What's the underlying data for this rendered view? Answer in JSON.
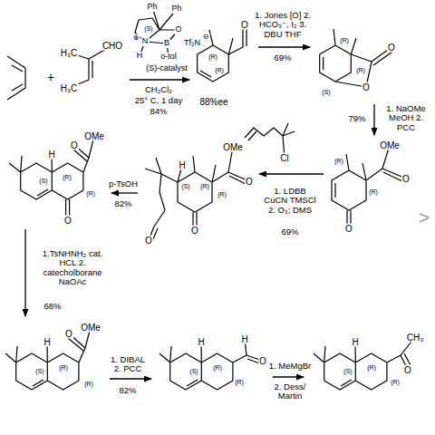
{
  "diagram": {
    "nodes": [
      {
        "text": [
          "H₃C",
          "CHO",
          "H₃C"
        ]
      },
      {
        "text": [
          "Ph",
          "Ph",
          "(S)",
          "O",
          "N",
          "⊕",
          "B",
          "Tf₂N",
          "⊖",
          "H",
          "o-tol",
          "(S)-catalyst"
        ]
      },
      {
        "text": [
          "O",
          "(R)",
          "(R)",
          "88%ee"
        ]
      },
      {
        "text": [
          "O",
          "O",
          "(R)",
          "(R)",
          "(S)"
        ]
      },
      {
        "text": [
          "OMe",
          "O",
          "O",
          "(R)",
          "(R)"
        ]
      },
      {
        "text": [
          "Cl"
        ]
      },
      {
        "text": [
          "H",
          "OMe",
          "O",
          "O",
          "O",
          "(S)",
          "(R)",
          "(R)"
        ]
      },
      {
        "text": [
          "H",
          "OMe",
          "O",
          "O",
          "(S)",
          "(R)",
          "(R)"
        ]
      },
      {
        "text": [
          "H",
          "OMe",
          "O",
          "(S)",
          "(R)",
          "(R)"
        ]
      },
      {
        "text": [
          "H",
          "O",
          "H",
          "(S)",
          "(R)",
          "(R)"
        ]
      },
      {
        "text": [
          "H",
          "CH₃",
          "O",
          "(S)",
          "(R)",
          "(R)"
        ]
      }
    ],
    "edges": [
      {
        "from": 0,
        "to": 2,
        "arrow": "to",
        "label": "CH₂Cl₂"
      },
      {
        "from": 2,
        "to": 3,
        "arrow": "to",
        "label": "1. Jones [O] 2. HCO₃⁻, I₂ 3. DBU THF"
      },
      {
        "from": 3,
        "to": 4,
        "arrow": "to",
        "label": "1. NaOMe MeOH 2. PCC"
      },
      {
        "from": 4,
        "to": 6,
        "arrow": "to",
        "label": "1. LDBB CuCN TMSCl 2. O₃; DMS"
      },
      {
        "from": 6,
        "to": 7,
        "arrow": "to",
        "label": "p-TsOH"
      },
      {
        "from": 7,
        "to": 8,
        "arrow": "to",
        "label": "1.TsNHNH₂ cat. HCL 2. catecholborane NaOAc"
      },
      {
        "from": 8,
        "to": 9,
        "arrow": "to",
        "label": "1. DIBAL 2. PCC"
      },
      {
        "from": 9,
        "to": 10,
        "arrow": "to",
        "label": "1. MeMgBr"
      }
    ],
    "labels": [
      "+",
      "25° C, 1 day",
      "84%",
      "69%",
      "79%",
      "69%",
      "82%",
      "68%",
      "82%",
      "2. Dess/ Martin",
      ">"
    ]
  }
}
